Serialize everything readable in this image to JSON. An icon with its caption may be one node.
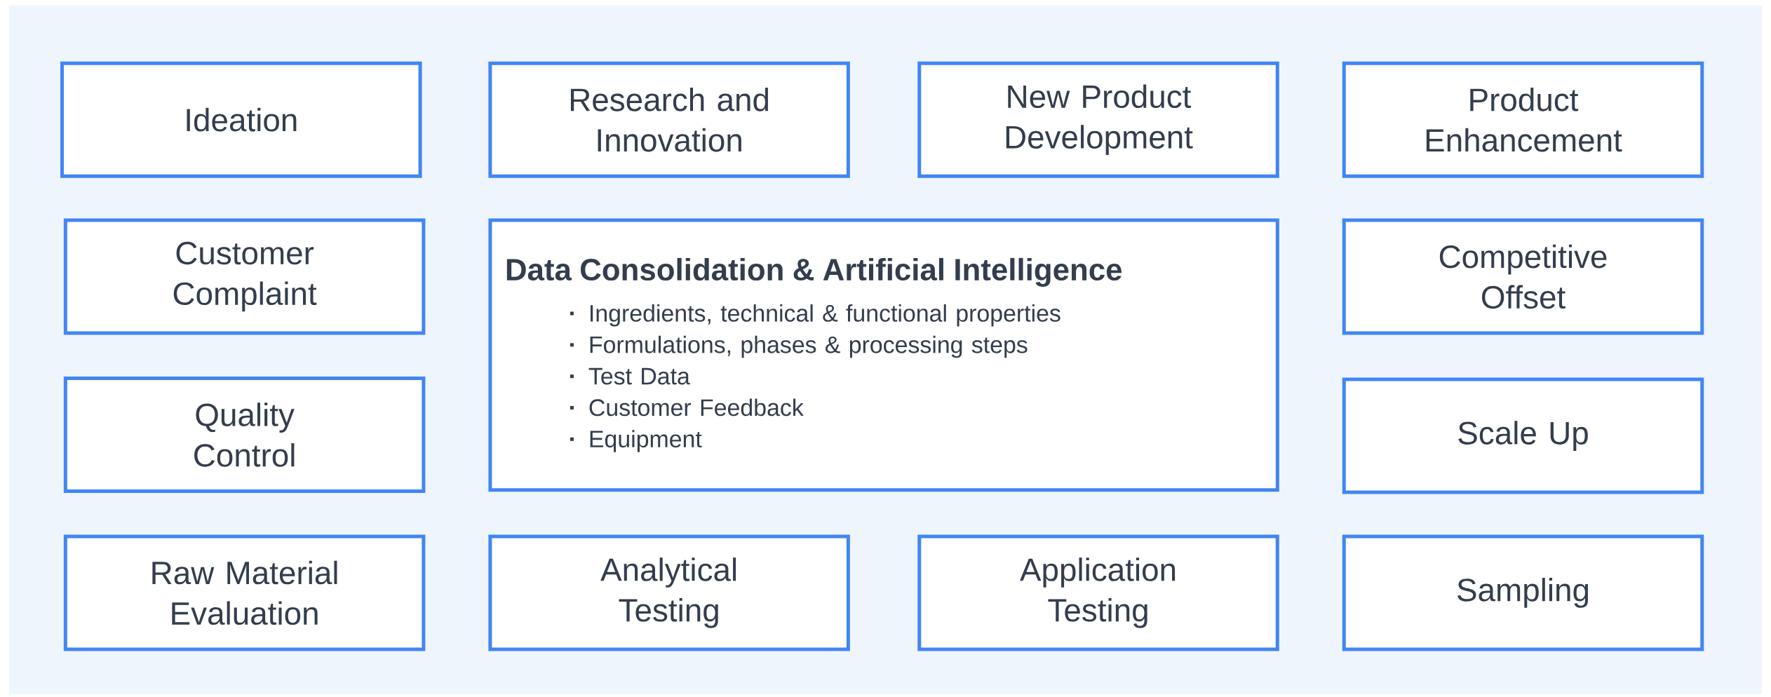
{
  "diagram": {
    "nodes": [
      {
        "text": [
          "Ideation"
        ]
      },
      {
        "text": [
          "Research and Innovation"
        ]
      },
      {
        "text": [
          "New Product Development"
        ]
      },
      {
        "text": [
          "Product Enhancement"
        ]
      },
      {
        "text": [
          "Customer Complaint"
        ]
      },
      {
        "text": [
          "Data Consolidation & Artificial Intelligence",
          "Ingredients, technical & functional properties",
          "Formulations, phases & processing steps",
          "Test Data",
          "Customer Feedback",
          "Equipment"
        ]
      },
      {
        "text": [
          "Competitive Offset"
        ]
      },
      {
        "text": [
          "Quality Control"
        ]
      },
      {
        "text": [
          "Scale Up"
        ]
      },
      {
        "text": [
          "Raw Material Evaluation"
        ]
      },
      {
        "text": [
          "Analytical Testing"
        ]
      },
      {
        "text": [
          "Application Testing"
        ]
      },
      {
        "text": [
          "Sampling"
        ]
      }
    ]
  }
}
